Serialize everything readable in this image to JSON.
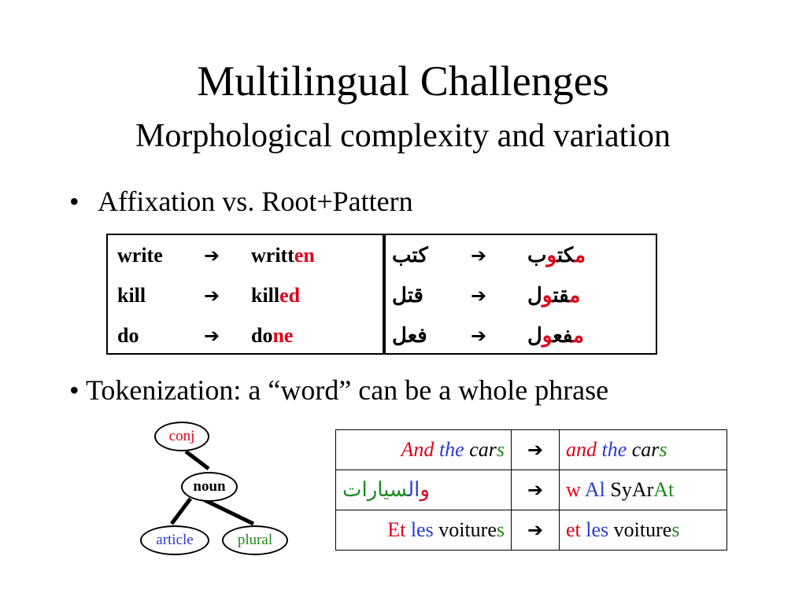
{
  "slide": {
    "title": "Multilingual Challenges",
    "subtitle": "Morphological complexity and variation",
    "bullet1_marker": "•",
    "bullet1_text": "Affixation vs. Root+Pattern",
    "bullet2_text": "• Tokenization: a “word” can be a whole phrase"
  },
  "arrow_glyph": "➔",
  "morph_table": {
    "english": [
      {
        "base": "write",
        "stem": "writt",
        "suffix": "en"
      },
      {
        "base": "kill",
        "stem": "kill",
        "suffix": "ed"
      },
      {
        "base": "do",
        "stem": "do",
        "suffix": "ne"
      }
    ],
    "arabic": [
      {
        "root": "كتب",
        "p1": "م",
        "p2": "كت",
        "p3": "و",
        "p4": "ب"
      },
      {
        "root": "قتل",
        "p1": "م",
        "p2": "قت",
        "p3": "و",
        "p4": "ل"
      },
      {
        "root": "فعل",
        "p1": "م",
        "p2": "فع",
        "p3": "و",
        "p4": "ل"
      }
    ]
  },
  "tree": {
    "conj": "conj",
    "noun": "noun",
    "article": "article",
    "plural": "plural"
  },
  "token_table": {
    "row1": {
      "left": [
        "And",
        "the",
        "car",
        "s"
      ],
      "right": [
        "and",
        "the",
        "car",
        "s"
      ]
    },
    "row2": {
      "left_arabic": [
        "و",
        "ال",
        "سيارات"
      ],
      "right": [
        "w",
        "Al",
        "SyAr",
        "At"
      ]
    },
    "row3": {
      "left": [
        "Et",
        "les",
        "voiture",
        "s"
      ],
      "right": [
        "et",
        "les",
        "voiture",
        "s"
      ]
    }
  },
  "colors": {
    "red": "#e0001b",
    "blue": "#2b3bd6",
    "green": "#1d8a1d"
  }
}
